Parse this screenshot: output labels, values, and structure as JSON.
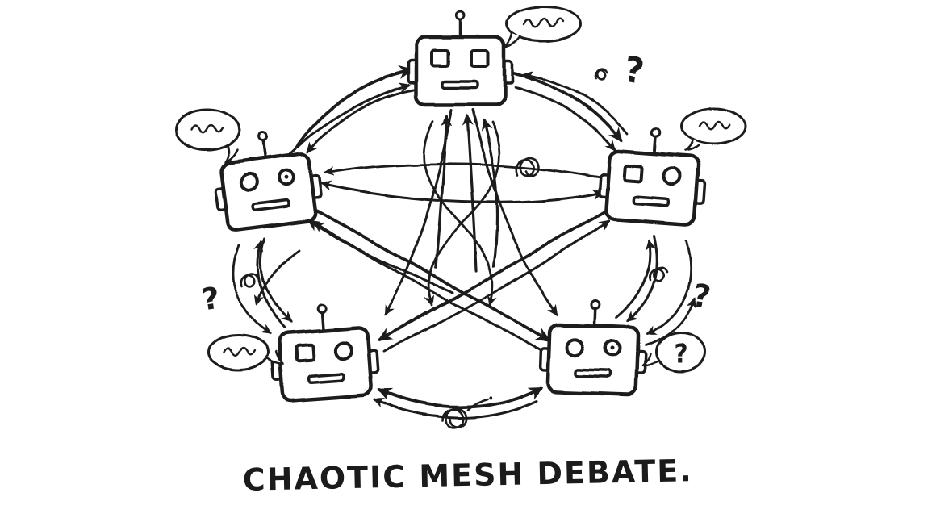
{
  "canvas": {
    "background": "#ffffff",
    "ink": "#1f1f1f"
  },
  "diagram": {
    "caption": "CHAOTIC MESH DEBATE.",
    "robots": [
      {
        "name": "robot-top"
      },
      {
        "name": "robot-upper-left"
      },
      {
        "name": "robot-upper-right"
      },
      {
        "name": "robot-lower-left"
      },
      {
        "name": "robot-lower-right"
      }
    ],
    "speech_bubbles": [
      {
        "name": "speech-bubble-top",
        "content": "scribble"
      },
      {
        "name": "speech-bubble-upper-left",
        "content": "scribble"
      },
      {
        "name": "speech-bubble-upper-right",
        "content": "scribble"
      },
      {
        "name": "speech-bubble-lower-left",
        "content": "scribble"
      },
      {
        "name": "speech-bubble-lower-right",
        "content": "?"
      }
    ],
    "question_marks": [
      "?",
      "?",
      "?"
    ]
  }
}
